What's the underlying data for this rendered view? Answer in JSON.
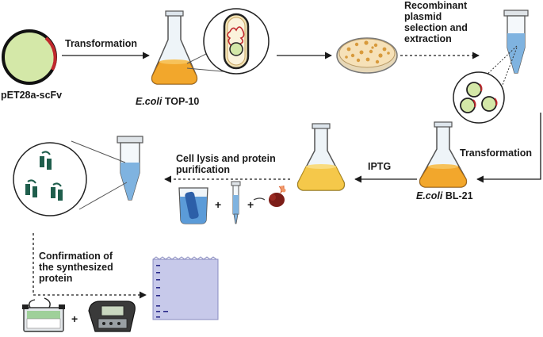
{
  "labels": {
    "plasmid": "pET28a-scFv",
    "transformation_1": "Transformation",
    "host_1_italic": "E.coli",
    "host_1_strain": "TOP-10",
    "recombinant_line1": "Recombinant",
    "recombinant_line2": "plasmid",
    "recombinant_line3": "selection and",
    "recombinant_line4": "extraction",
    "transformation_2": "Transformation",
    "host_2_italic": "E.coli",
    "host_2_strain": "BL-21",
    "iptg": "IPTG",
    "lysis_line1": "Cell lysis and protein",
    "lysis_line2": "purification",
    "confirm_line1": "Confirmation of",
    "confirm_line2": "the synthesized",
    "confirm_line3": "protein",
    "plus": "+"
  },
  "colors": {
    "plasmid_fill": "#d4e8a8",
    "plasmid_insert": "#c0282d",
    "flask_glass": "#eef4f8",
    "culture_orange": "#f2a72c",
    "culture_yellow": "#f5c84a",
    "petri_agar": "#f6e1b8",
    "tube_blue": "#7fb3e0",
    "protein_green": "#1f5e4c",
    "gel_purple": "#c7c9ea",
    "arrow": "#1a1a1a"
  },
  "icons": [
    "plasmid-icon",
    "flask-icon",
    "cell-icon",
    "petri-dish-icon",
    "tube-icon",
    "beaker-icon",
    "column-icon",
    "sonicator-icon",
    "gel-icon",
    "electrophoresis-tank-icon",
    "power-supply-icon"
  ]
}
